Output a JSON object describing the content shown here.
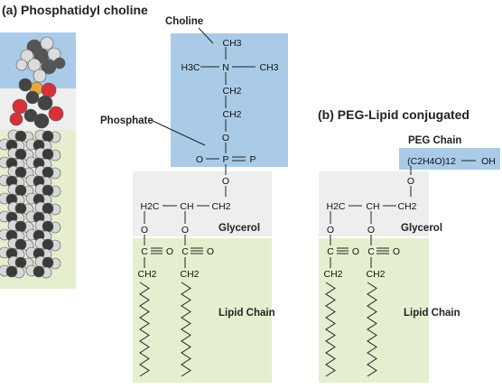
{
  "titles": {
    "a": "(a) Phosphatidyl choline",
    "b": "(b) PEG-Lipid conjugated"
  },
  "labels": {
    "choline": "Choline",
    "phosphate": "Phosphate",
    "glycerol_a": "Glycerol",
    "lipid_a": "Lipid Chain",
    "peg_chain": "PEG Chain",
    "glycerol_b": "Glycerol",
    "lipid_b": "Lipid Chain"
  },
  "atoms": {
    "ch3_top": "CH3",
    "h3c": "H3C",
    "n": "N",
    "ch3_right": "CH3",
    "ch2_1": "CH2",
    "ch2_2": "CH2",
    "o_ester": "O",
    "o_left": "O",
    "p": "P",
    "p_right": "P",
    "o_below_p": "O",
    "h2c_a": "H2C",
    "ch_a": "CH",
    "ch2_a": "CH2",
    "o1_a": "O",
    "o2_a": "O",
    "c1_a": "C",
    "o3_a": "O",
    "c2_a": "C",
    "o4_a": "O",
    "ch2b1_a": "CH2",
    "ch2b2_a": "CH2",
    "peg_formula": "(C2H4O)12",
    "oh": "OH",
    "o_peg": "O",
    "h2c_b": "H2C",
    "ch_b": "CH",
    "ch2_b": "CH2",
    "o1_b": "O",
    "o2_b": "O",
    "c1_b": "C",
    "o3_b": "O",
    "c2_b": "C",
    "o4_b": "O",
    "ch2b1_b": "CH2",
    "ch2b2_b": "CH2"
  },
  "colors": {
    "choline_bg": "#a9cbe8",
    "glycerol_bg": "#eeeeee",
    "lipid_bg": "#e5efcf",
    "peg_bg": "#a9cbe8",
    "carbon_atom": "#d2d2d2",
    "oxygen_atom": "#d9303a",
    "phosphorus_atom": "#e6a93a"
  }
}
